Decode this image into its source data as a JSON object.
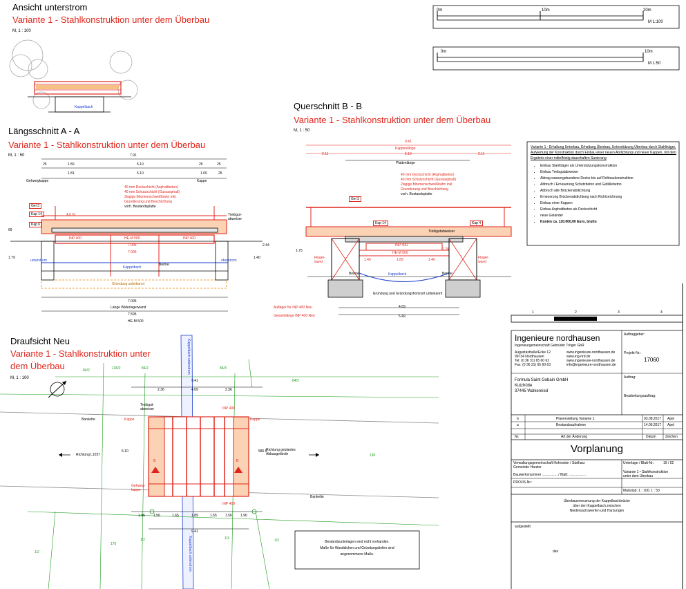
{
  "ansicht": {
    "title": "Ansicht unterstrom",
    "subtitle": "Variante 1 - Stahlkonstruktion unter dem Überbau",
    "scale": "M, 1 : 100",
    "water_label": "Kappelbach"
  },
  "laengs": {
    "title": "Längsschnitt A - A",
    "subtitle": "Variante 1 - Stahlkonstruktion unter dem Überbau",
    "scale": "M, 1 : 50",
    "dims": {
      "d791": "7.91",
      "d25a": "25",
      "d156": "1.56",
      "d510a": "5.10",
      "d25b": "25",
      "d25c": "25",
      "d181": "1.81",
      "d510b": "5.10",
      "d100": "1.00",
      "d25d": "25"
    },
    "labels": {
      "gehwegkappe": "Gehwegkappe",
      "kappe": "Kappe",
      "gel3": "Gel 3",
      "kap14": "Kap 14",
      "kap6": "Kap 6",
      "inp400a": "INP 400",
      "inp400b": "INP 400",
      "hem500": "HE-M 500",
      "d7095a": "7.095",
      "d7095b": "7.095",
      "unterstrom": "unterstrom",
      "oberstrom": "oberstrom",
      "berme": "Berme",
      "kappelbach": "Kappelbach",
      "gruendung": "Gründung unbekannt",
      "d7095c": "7.095",
      "widerlager": "Länge Widerlagerwand",
      "d7595": "7.595",
      "hem500b": "HE-M 500",
      "treibgut": "Treibgut-abweiser",
      "slope": "4.0 %",
      "e179": "1.79",
      "e140": "1.40",
      "e244": "2.44",
      "e069": "69"
    },
    "layers": [
      "40 mm Deckschicht (Asphaltbeton)",
      "40 mm Schutzschicht (Gussasphalt)",
      "2lagige Bitumenschweißbahn inkl.",
      "Grundierung und Beschichtung",
      "vorh. Bestandsplatte"
    ]
  },
  "quer": {
    "title": "Querschnitt B - B",
    "subtitle": "Variante 1 - Stahlkonstruktion unter dem Überbau",
    "scale": "M, 1 : 50",
    "labels": {
      "d941": "9.41",
      "kappenlaenge": "Kappenlänge",
      "d211a": "2.11",
      "d519": "5.19",
      "d211b": "2.11",
      "plattenlaenge": "Plattenlänge",
      "gel3": "Gel 3",
      "kap14": "Kap 14",
      "kap4": "Kap 4",
      "treibgut": "Treibgutabweiser",
      "inp400": "INP 400",
      "hem500": "HE-M 500",
      "d189": "1.89",
      "d140a": "1.40",
      "d140b": "1.40",
      "fluegel1": "Flügel-wand",
      "fluegel2": "Flügel-wand",
      "berme1": "Berme",
      "berme2": "Berme",
      "kappelbach": "Kappelbach",
      "gruendung": "Gründung und Gründungshorizont unbekannt",
      "auflager": "Auflager für INP 400 Neu",
      "gesamt": "Gesamtlänge INP 400 Neu",
      "d469": "4.69",
      "d549": "5.49",
      "d120": "1.20",
      "d175": "1.75"
    },
    "layers": [
      "40 mm Deckschicht (Asphaltbeton)",
      "40 mm Schutzschicht (Gussasphalt)",
      "2lagige Bitumenschweißbahn inkl.",
      "Grundierung und Beschichtung",
      "vorh. Bestandsplatte"
    ]
  },
  "notes": {
    "heading": "Variante 1 - Erhaltung Unterbau, Erhaltung Überbau, Unterstützung Überbau durch Stahlträger, Aufwertung der Konstruktion durch Einbau einer neuen Abdichtung und neuer Kappen, mit dem Ergebnis einer mittelfristig dauerhaften Sanierung",
    "items": [
      "Einbau Stahlträger als Unterstützungskonstruktion",
      "Einbau Treibgutabweiser",
      "Abtrag wassergebundene Decke bis auf Rohbaukonstruktion",
      "Abbruch / Erneuerung Schutzbeton und Gefällebeton",
      "Abbruch alte Brückenabdichtung",
      "Erneuerung Brückenabdichtung nach Richtzeichnung",
      "Einbau einer Kappen",
      "Einbau Asphaltbeton als Deckschicht",
      "neue Geländer",
      "Kosten ca. 120.000,00 Euro, brutto"
    ]
  },
  "draufsicht": {
    "title": "Draufsicht Neu",
    "subtitle1": "Variante 1 - Stahlkonstruktion unter",
    "subtitle2": "dem Überbau",
    "scale": "M, 1 : 100",
    "parcels": {
      "p842a": "84/2",
      "p1362": "136/2",
      "p842b": "84/2",
      "p843": "84/3",
      "p842c": "84/2",
      "p130": "130",
      "p170": "170",
      "p12a": "1/2",
      "p12b": "1/2",
      "p13": "1/3",
      "p12c": "1/2"
    },
    "labels": {
      "bankette1": "Bankette",
      "bankette2": "Bankette",
      "richtung1": "Richtung L1037",
      "richtung2": "Richtung geplantes Abbaugelände",
      "treibgut": "Treibgut-abweiser",
      "inp400a": "INP 400",
      "inp400b": "INP 400",
      "kappe1": "Kappe",
      "kappe2": "Kappe",
      "gehweg": "Gehweg-kappe",
      "d941a": "9.41",
      "d469": "4.69",
      "d236a": "2.36",
      "d236b": "2.36",
      "d941b": "9.41",
      "d510": "5.10",
      "d5865": "586.5",
      "d196": "1.96",
      "d156": "1.56",
      "d165a": "1.65",
      "d189": "1.89",
      "d165b": "1.65",
      "d156b": "1.56",
      "d196b": "1.96",
      "stream1": "Kappelbach unterstrom",
      "stream2": "Kappelbach unterstrom",
      "b1": "B",
      "b2": "B"
    }
  },
  "info_box": {
    "line1": "Bestandsunterlagen sind nicht vorhanden.",
    "line2": "Maße für Wanddicken und Gründungstiefen sind",
    "line3": "angenommene Maße."
  },
  "scalebar_top": {
    "s0": "0m",
    "s10": "10m",
    "s20": "20m",
    "label": "M 1:100"
  },
  "scalebar_bottom": {
    "s0": "0m",
    "s10": "10m",
    "label": "M 1:50"
  },
  "titleblock": {
    "cols": [
      "1",
      "2",
      "3",
      "4"
    ],
    "company1": "Ingenieure nordhausen",
    "company2": "Ingenieurgemeinschaft Gebrüder Tröger GbR",
    "addr1": "Augustastraße/Ecke 12",
    "addr2": "99734 Nordhausen",
    "addr3": "Tel: (0 36 31) 65 60 62",
    "addr4": "Fax: (0 36 31) 65 60 63",
    "web1": "www.ingenieure-nordhausen.de",
    "web2": "www.ing-nrd.de",
    "web3": "www.ingenieure-nordhausen.de",
    "web4": "info@ingenieure-nordhausen.de",
    "auftraggeber_lbl": "Auftraggeber:",
    "projekt_lbl": "Projekt-Nr.:",
    "projekt_nr": "17060",
    "client1": "Formula Saint Gobain GmbH",
    "client2": "Kutzhütte",
    "client3": "37445 Walkenried",
    "auftrag_lbl": "Auftrag:",
    "bearb_lbl": "Bearbeitungsauftrag:",
    "rev_b": "b",
    "rev_b_text": "Planerstellung Variante 1",
    "rev_b_date": "03.08.2017",
    "rev_b_sign": "Apel",
    "rev_a": "a",
    "rev_a_text": "Bestandsaufnahme",
    "rev_a_date": "14.06.2017",
    "rev_a_sign": "Apel",
    "rev_nr": "Nr.",
    "rev_art": "Art der Änderung",
    "rev_datum": "Datum",
    "rev_zeichen": "Zeichen",
    "phase": "Vorplanung",
    "verwaltung": "Verwaltungsgemeinschaft Hohnstein / Südharz",
    "gemeinde": "Gemeinde Harztor",
    "unterlage_lbl": "Unterlage / Blatt-Nr.:",
    "unterlage": "19 / 02",
    "bauwerk": "Bauwerksnummer ................ / Blatt: ..................",
    "variante1": "Variante 1 • Stahlkonstruktion",
    "variante2": "unter dem Überbau",
    "projis": "PROJIS-Nr.:",
    "massstab": "Maßstab: 1 : 100, 1 : 50",
    "desc1": "Überbauerneuerung der Kappelbachbrücke",
    "desc2": "über den Kappelbach zwischen",
    "desc3": "Niedersachswerfen und Harzungen",
    "aufgestellt": "aufgestellt:",
    "den": "den"
  }
}
